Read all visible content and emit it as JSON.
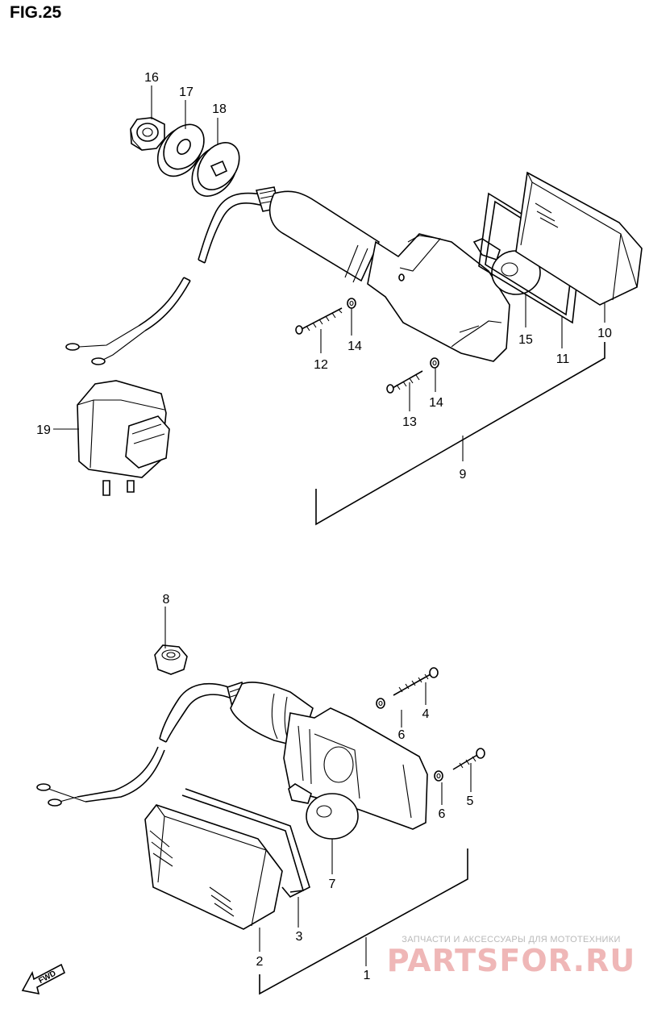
{
  "figure": {
    "title": "FIG.25"
  },
  "callouts": {
    "c1": "1",
    "c2": "2",
    "c3": "3",
    "c4": "4",
    "c5": "5",
    "c6a": "6",
    "c6b": "6",
    "c7": "7",
    "c8": "8",
    "c9": "9",
    "c10": "10",
    "c11": "11",
    "c12": "12",
    "c13": "13",
    "c14a": "14",
    "c14b": "14",
    "c15": "15",
    "c16": "16",
    "c17": "17",
    "c18": "18",
    "c19": "19"
  },
  "watermark": {
    "subtitle": "ЗАПЧАСТИ И АКСЕССУАРЫ ДЛЯ МОТОТЕХНИКИ",
    "brand": "PARTSFOR.RU"
  },
  "fwd_indicator": {
    "label": "FWD"
  }
}
